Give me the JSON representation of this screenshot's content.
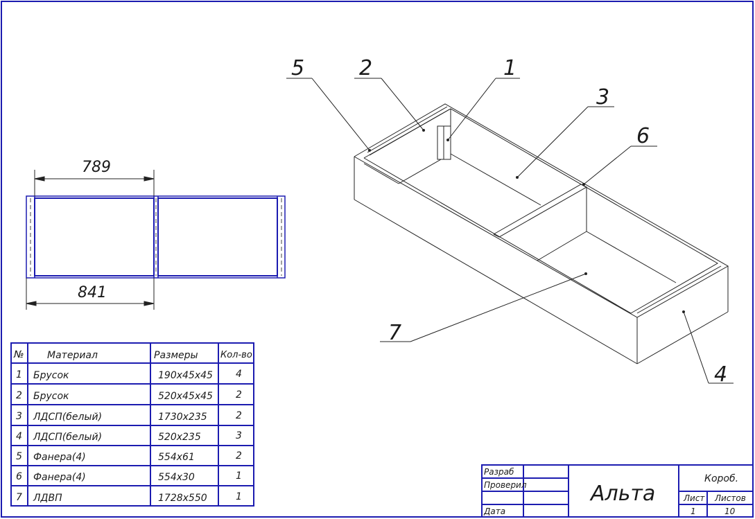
{
  "dimensions": {
    "top": "789",
    "bottom": "841"
  },
  "callouts": [
    "5",
    "2",
    "1",
    "3",
    "6",
    "7",
    "4"
  ],
  "spec_table": {
    "headers": [
      "№",
      "Материал",
      "Размеры",
      "Кол-во"
    ],
    "rows": [
      [
        "1",
        "Брусок",
        "190х45х45",
        "4"
      ],
      [
        "2",
        "Брусок",
        "520х45х45",
        "2"
      ],
      [
        "3",
        "ЛДСП(белый)",
        "1730х235",
        "2"
      ],
      [
        "4",
        "ЛДСП(белый)",
        "520х235",
        "3"
      ],
      [
        "5",
        "Фанера(4)",
        "554х61",
        "2"
      ],
      [
        "6",
        "Фанера(4)",
        "554х30",
        "1"
      ],
      [
        "7",
        "ЛДВП",
        "1728х550",
        "1"
      ]
    ]
  },
  "title_block": {
    "labels": [
      "Разраб",
      "Проверил",
      "",
      "Дата"
    ],
    "title": "Альта",
    "name": "Короб.",
    "sheet_label": "Лист",
    "sheets_label": "Листов",
    "sheet": "1",
    "sheets": "10"
  },
  "colors": {
    "frame": "#1b1bb0",
    "ink": "#222222"
  }
}
